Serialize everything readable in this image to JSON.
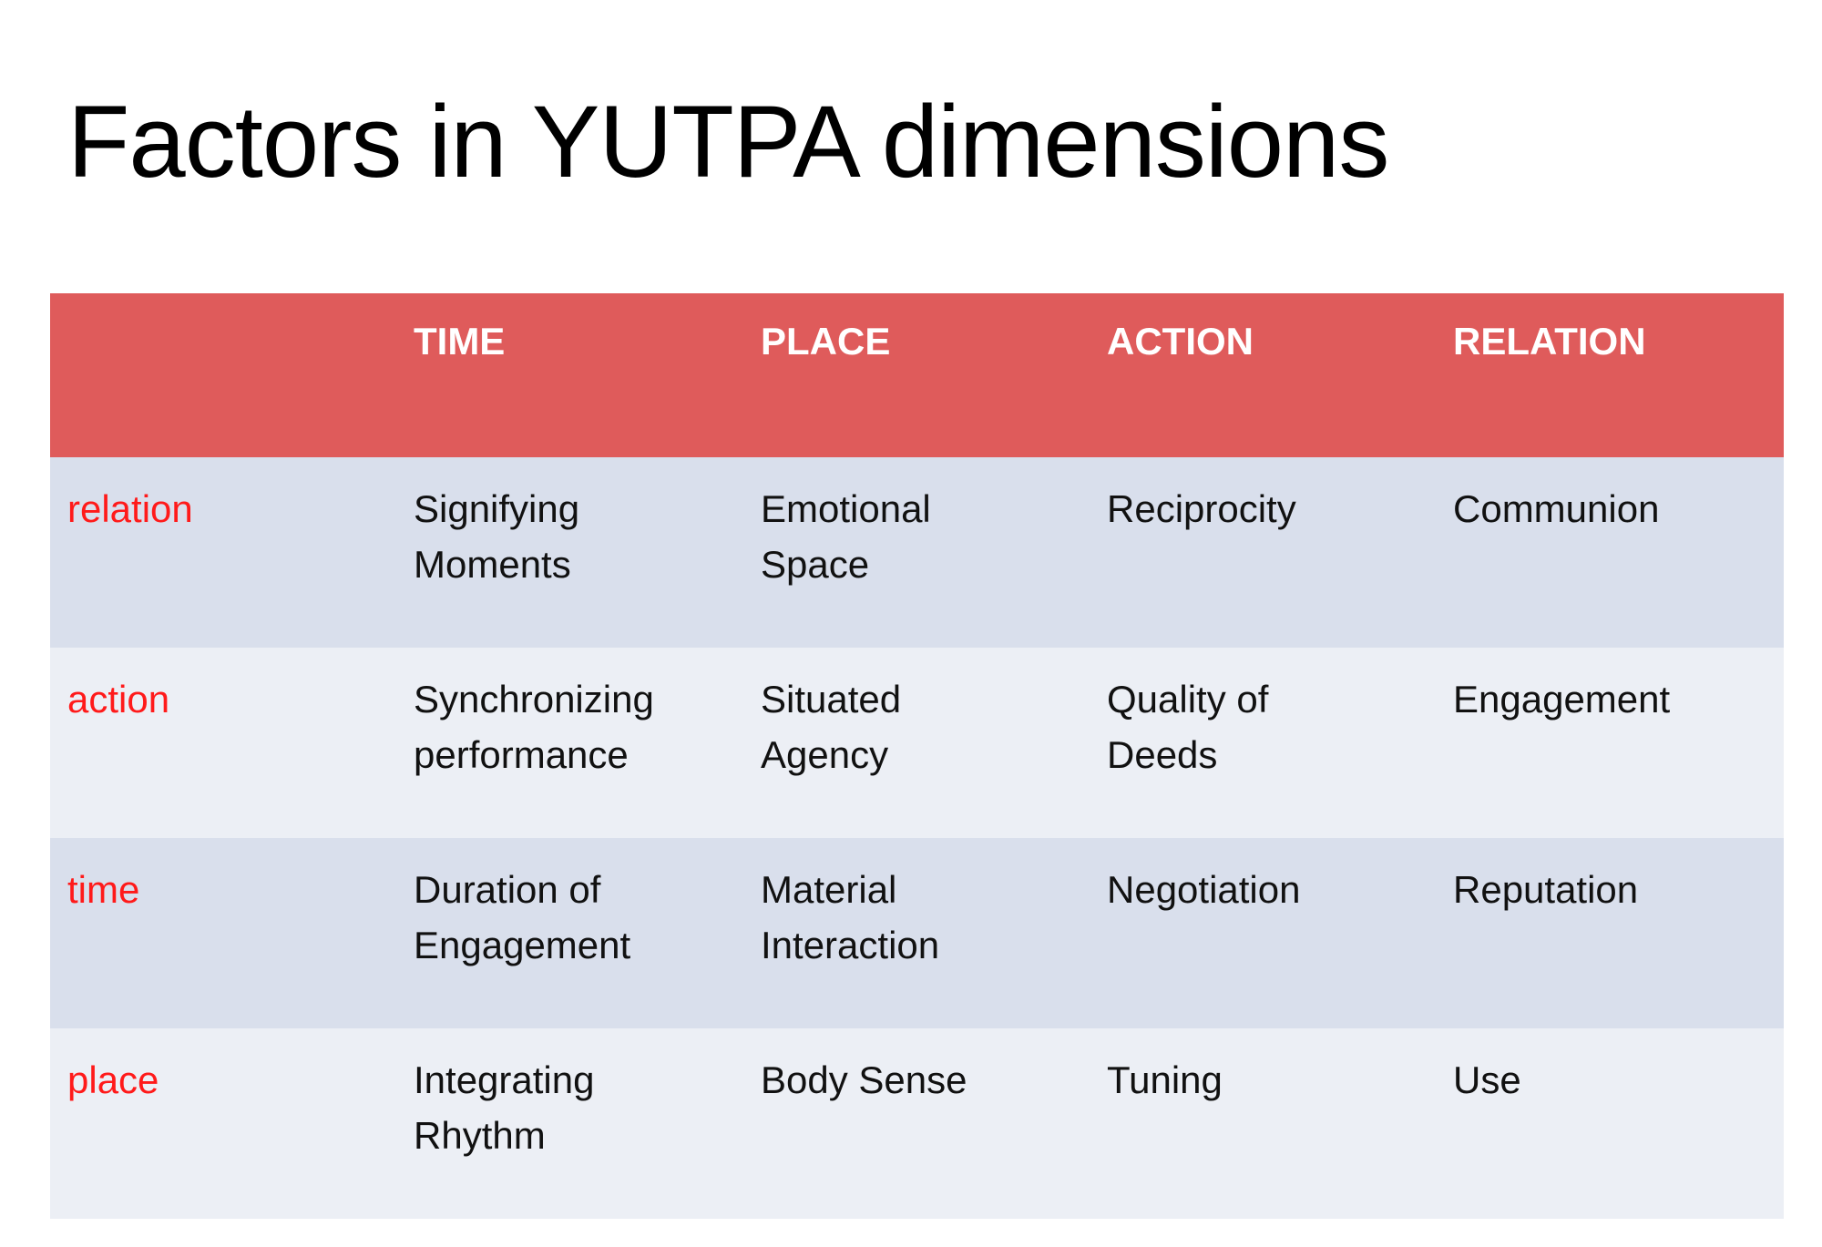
{
  "title": "Factors in YUTPA dimensions",
  "table": {
    "headers": [
      "",
      "TIME",
      "PLACE",
      "ACTION",
      "RELATION"
    ],
    "rows": [
      {
        "label": "relation",
        "cells": [
          "Signifying Moments",
          "Emotional Space",
          "Reciprocity",
          "Communion"
        ]
      },
      {
        "label": "action",
        "cells": [
          "Synchronizing performance",
          "Situated Agency",
          "Quality of Deeds",
          "Engagement"
        ]
      },
      {
        "label": "time",
        "cells": [
          "Duration of Engagement",
          "Material Interaction",
          "Negotiation",
          "Reputation"
        ]
      },
      {
        "label": "place",
        "cells": [
          "Integrating Rhythm",
          "Body Sense",
          "Tuning",
          "Use"
        ]
      }
    ]
  },
  "colors": {
    "header": "#DF5B5B",
    "row_dark": "#D9DFEC",
    "row_light": "#ECEFF5",
    "label": "#FF1A1A"
  }
}
